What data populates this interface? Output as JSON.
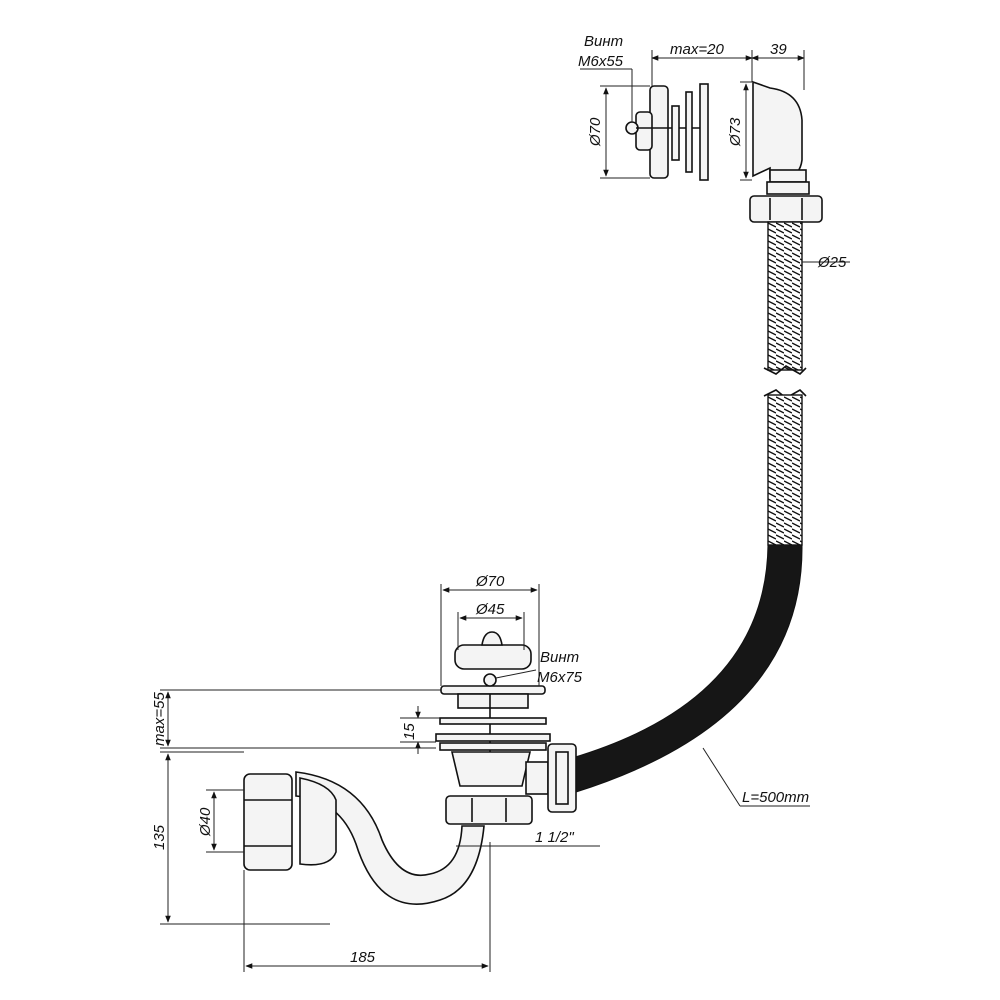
{
  "labels": {
    "overflow_screw_word": "Винт",
    "overflow_screw_size": "M6x55",
    "overflow_max": "max=20",
    "overflow_depth": "39",
    "overflow_dia_left": "Ø70",
    "overflow_dia_right": "Ø73",
    "hose_dia": "Ø25",
    "drain_dia_outer": "Ø70",
    "drain_dia_inner": "Ø45",
    "drain_screw_word": "Винт",
    "drain_screw_size": "M6x75",
    "drain_max": "max=55",
    "drain_gap": "15",
    "siphon_height": "135",
    "siphon_outlet_dia": "Ø40",
    "thread_size": "1 1/2\"",
    "siphon_width": "185",
    "hose_length": "L=500mm"
  }
}
